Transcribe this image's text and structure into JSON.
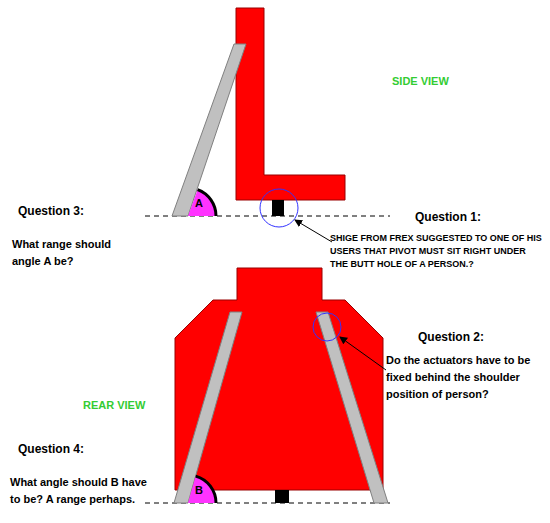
{
  "diagram": {
    "nodes": [
      {
        "text": [
          "A"
        ]
      },
      {
        "text": [
          "B"
        ]
      }
    ],
    "labels": [
      "SIDE VIEW",
      "Question 3:",
      "What range should angle A be?",
      "Question 1:",
      "SHIGE FROM FREX SUGGESTED TO ONE OF HIS USERS THAT PIVOT MUST SIT RIGHT UNDER THE BUTT HOLE OF A PERSON.?",
      "Question 2:",
      "REAR VIEW",
      "Do the actuators have to be fixed behind the shoulder position of person?",
      "Question 4:",
      "What angle should B have to be? A range perhaps."
    ]
  }
}
